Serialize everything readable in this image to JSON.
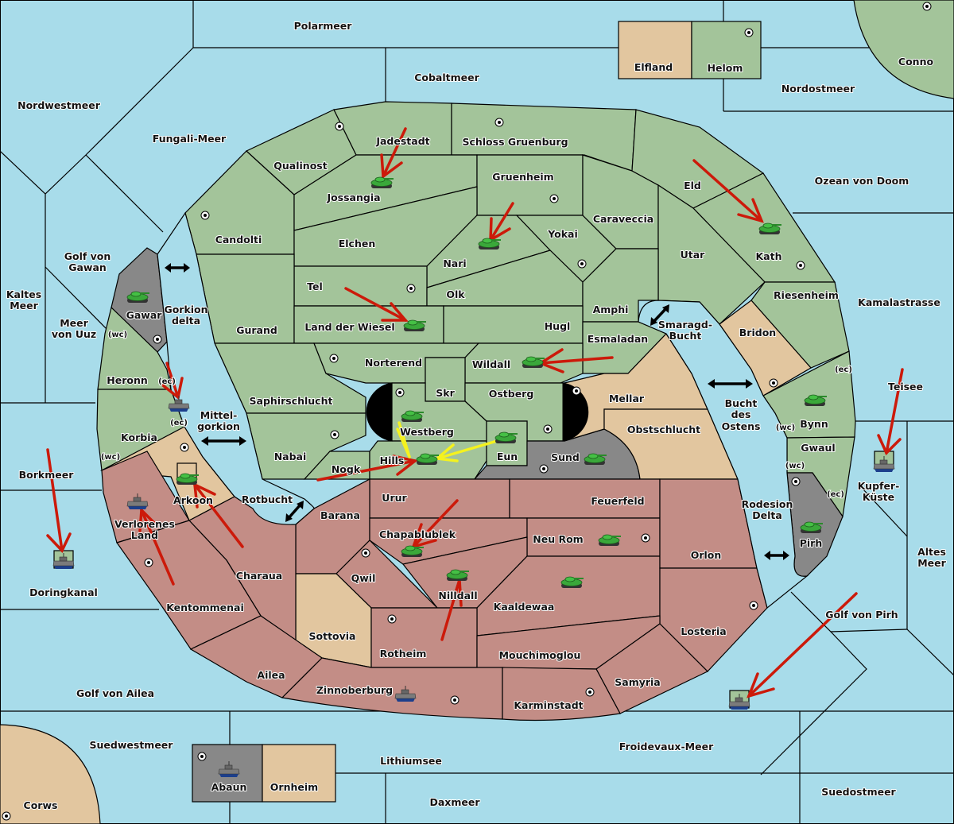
{
  "map_title": "Diplomacy-style variant map",
  "colors": {
    "sea": "#a8dcea",
    "green_power": "#a3c49a",
    "red_power": "#c38d86",
    "neutral_tan": "#e2c69f",
    "impassable_gray": "#888888",
    "order_move": "#cc1a0a",
    "order_support": "#f4f21e",
    "tank_unit": "#3aa83a",
    "ship_unit": "#6a6a6a"
  },
  "seas": {
    "polarmeer": "Polarmeer",
    "cobaltmeer": "Cobaltmeer",
    "nordwestmeer": "Nordwestmeer",
    "fungali": "Fungali-Meer",
    "nordostmeer": "Nordostmeer",
    "ozean": "Ozean von Doom",
    "kamala": "Kamalastrasse",
    "golf_gawan_1": "Golf von",
    "golf_gawan_2": "Gawan",
    "kaltes_1": "Kaltes",
    "kaltes_2": "Meer",
    "uuz_1": "Meer",
    "uuz_2": "von Uuz",
    "gorkion_1": "Gorkion",
    "gorkion_2": "delta",
    "mittel_1": "Mittel-",
    "mittel_2": "gorkion",
    "borkmeer": "Borkmeer",
    "rotbucht": "Rotbucht",
    "doringkanal": "Doringkanal",
    "golf_ailea": "Golf von Ailea",
    "suedwestmeer": "Suedwestmeer",
    "lithiumsee": "Lithiumsee",
    "daxmeer": "Daxmeer",
    "froidevaux": "Froidevaux-Meer",
    "suedostmeer": "Suedostmeer",
    "golf_pirh": "Golf von Pirh",
    "altes_1": "Altes",
    "altes_2": "Meer",
    "kupfer_1": "Kupfer-",
    "kupfer_2": "Küste",
    "teisee": "Teisee",
    "rodesion_1": "Rodesion",
    "rodesion_2": "Delta",
    "bucht_1": "Bucht",
    "bucht_2": "des",
    "bucht_3": "Ostens",
    "smaragd_1": "Smaragd-",
    "smaragd_2": "Bucht"
  },
  "provinces": {
    "elfland": "Elfland",
    "helom": "Helom",
    "conno": "Conno",
    "corws": "Corws",
    "abaun": "Abaun",
    "ornheim": "Ornheim",
    "qualinost": "Qualinost",
    "jadestadt": "Jadestadt",
    "schloss": "Schloss Gruenburg",
    "candolti": "Candolti",
    "jossangia": "Jossangia",
    "gruenheim": "Gruenheim",
    "caraveccia": "Caraveccia",
    "eld": "Eld",
    "kath": "Kath",
    "utar": "Utar",
    "elchen": "Elchen",
    "nari": "Nari",
    "yokai": "Yokai",
    "tel": "Tel",
    "olk": "Olk",
    "amphi": "Amphi",
    "gurand": "Gurand",
    "land_wiesel": "Land der Wiesel",
    "hugl": "Hugl",
    "esmaladan": "Esmaladan",
    "riesenheim": "Riesenheim",
    "bridon": "Bridon",
    "gawar": "Gawar",
    "heronn": "Heronn",
    "korbia": "Korbia",
    "arkoon": "Arkoon",
    "verlorenes_1": "Verlorenes",
    "verlorenes_2": "Land",
    "saphir": "Saphirschlucht",
    "norterend": "Norterend",
    "wildall": "Wildall",
    "skr": "Skr",
    "ostberg": "Ostberg",
    "westberg": "Westberg",
    "nabai": "Nabai",
    "nogk": "Nogk",
    "hills": "Hills",
    "eun": "Eun",
    "sund": "Sund",
    "mellar": "Mellar",
    "obstschlucht": "Obstschlucht",
    "bynn": "Bynn",
    "gwaul": "Gwaul",
    "pirh": "Pirh",
    "barana": "Barana",
    "urur": "Urur",
    "feuerfeld": "Feuerfeld",
    "chapa": "Chapablublek",
    "neu_rom": "Neu Rom",
    "qwil": "Qwil",
    "nilldall": "Nilldall",
    "kaaldewaa": "Kaaldewaa",
    "sottovia": "Sottovia",
    "rotheim": "Rotheim",
    "mouchi": "Mouchimoglou",
    "charaua": "Charaua",
    "kentommenai": "Kentommenai",
    "ailea": "Ailea",
    "zinnoberburg": "Zinnoberburg",
    "karminstadt": "Karminstadt",
    "samyria": "Samyria",
    "orlon": "Orlon",
    "losteria": "Losteria"
  },
  "coasts": {
    "wc": "(wc)",
    "ec": "(ec)"
  },
  "units": [
    {
      "type": "army",
      "province": "Jossangia"
    },
    {
      "type": "army",
      "province": "Nari"
    },
    {
      "type": "army",
      "province": "Kath"
    },
    {
      "type": "army",
      "province": "Gawar"
    },
    {
      "type": "army",
      "province": "Land der Wiesel"
    },
    {
      "type": "army",
      "province": "Wildall"
    },
    {
      "type": "army",
      "province": "Westberg"
    },
    {
      "type": "army",
      "province": "Hills"
    },
    {
      "type": "army",
      "province": "Eun"
    },
    {
      "type": "army",
      "province": "Sund"
    },
    {
      "type": "army",
      "province": "Bynn"
    },
    {
      "type": "army",
      "province": "Pirh"
    },
    {
      "type": "army",
      "province": "Arkoon"
    },
    {
      "type": "army",
      "province": "Chapablublek"
    },
    {
      "type": "army",
      "province": "Nilldall"
    },
    {
      "type": "army",
      "province": "Neu Rom"
    },
    {
      "type": "army",
      "province": "Kaaldewaa"
    },
    {
      "type": "fleet",
      "province": "Heronn (ec)"
    },
    {
      "type": "fleet",
      "province": "Verlorenes Land"
    },
    {
      "type": "fleet",
      "province": "Doringkanal"
    },
    {
      "type": "fleet",
      "province": "Kupfer-Küste"
    },
    {
      "type": "fleet",
      "province": "Froidevaux-Meer"
    },
    {
      "type": "fleet",
      "province": "Zinnoberburg"
    },
    {
      "type": "fleet",
      "province": "Abaun"
    }
  ]
}
